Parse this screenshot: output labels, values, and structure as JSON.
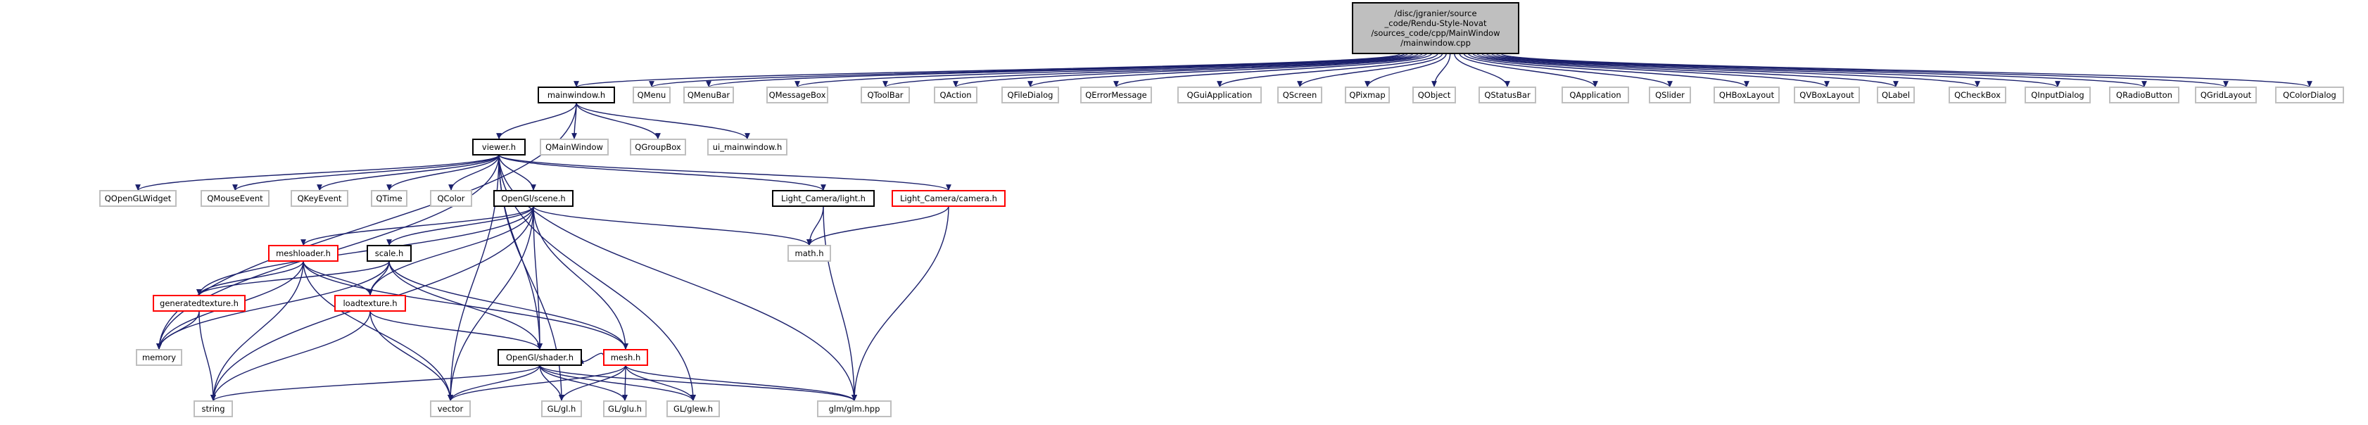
{
  "nodes": [
    {
      "id": "root",
      "lines": [
        "/disc/jgranier/source",
        "_code/Rendu-Style-Novat",
        "/sources_code/cpp/MainWindow",
        "/mainwindow.cpp"
      ],
      "style": "root"
    },
    {
      "id": "mainwindow_h",
      "lines": [
        "mainwindow.h"
      ],
      "style": "dark"
    },
    {
      "id": "QMenu",
      "lines": [
        "QMenu"
      ],
      "style": "grey"
    },
    {
      "id": "QMenuBar",
      "lines": [
        "QMenuBar"
      ],
      "style": "grey"
    },
    {
      "id": "QMessageBox",
      "lines": [
        "QMessageBox"
      ],
      "style": "grey"
    },
    {
      "id": "QToolBar",
      "lines": [
        "QToolBar"
      ],
      "style": "grey"
    },
    {
      "id": "QAction",
      "lines": [
        "QAction"
      ],
      "style": "grey"
    },
    {
      "id": "QFileDialog",
      "lines": [
        "QFileDialog"
      ],
      "style": "grey"
    },
    {
      "id": "QErrorMessage",
      "lines": [
        "QErrorMessage"
      ],
      "style": "grey"
    },
    {
      "id": "QGuiApplication",
      "lines": [
        "QGuiApplication"
      ],
      "style": "grey"
    },
    {
      "id": "QScreen",
      "lines": [
        "QScreen"
      ],
      "style": "grey"
    },
    {
      "id": "QPixmap",
      "lines": [
        "QPixmap"
      ],
      "style": "grey"
    },
    {
      "id": "QObject",
      "lines": [
        "QObject"
      ],
      "style": "grey"
    },
    {
      "id": "QStatusBar",
      "lines": [
        "QStatusBar"
      ],
      "style": "grey"
    },
    {
      "id": "QApplication",
      "lines": [
        "QApplication"
      ],
      "style": "grey"
    },
    {
      "id": "QSlider",
      "lines": [
        "QSlider"
      ],
      "style": "grey"
    },
    {
      "id": "QHBoxLayout",
      "lines": [
        "QHBoxLayout"
      ],
      "style": "grey"
    },
    {
      "id": "QVBoxLayout",
      "lines": [
        "QVBoxLayout"
      ],
      "style": "grey"
    },
    {
      "id": "QLabel",
      "lines": [
        "QLabel"
      ],
      "style": "grey"
    },
    {
      "id": "QCheckBox",
      "lines": [
        "QCheckBox"
      ],
      "style": "grey"
    },
    {
      "id": "QInputDialog",
      "lines": [
        "QInputDialog"
      ],
      "style": "grey"
    },
    {
      "id": "QRadioButton",
      "lines": [
        "QRadioButton"
      ],
      "style": "grey"
    },
    {
      "id": "QGridLayout",
      "lines": [
        "QGridLayout"
      ],
      "style": "grey"
    },
    {
      "id": "QColorDialog",
      "lines": [
        "QColorDialog"
      ],
      "style": "grey"
    },
    {
      "id": "viewer_h",
      "lines": [
        "viewer.h"
      ],
      "style": "dark"
    },
    {
      "id": "QMainWindow",
      "lines": [
        "QMainWindow"
      ],
      "style": "grey"
    },
    {
      "id": "QGroupBox",
      "lines": [
        "QGroupBox"
      ],
      "style": "grey"
    },
    {
      "id": "ui_mainwindow_h",
      "lines": [
        "ui_mainwindow.h"
      ],
      "style": "grey"
    },
    {
      "id": "QOpenGLWidget",
      "lines": [
        "QOpenGLWidget"
      ],
      "style": "grey"
    },
    {
      "id": "QMouseEvent",
      "lines": [
        "QMouseEvent"
      ],
      "style": "grey"
    },
    {
      "id": "QKeyEvent",
      "lines": [
        "QKeyEvent"
      ],
      "style": "grey"
    },
    {
      "id": "QTime",
      "lines": [
        "QTime"
      ],
      "style": "grey"
    },
    {
      "id": "QColor",
      "lines": [
        "QColor"
      ],
      "style": "grey"
    },
    {
      "id": "scene_h",
      "lines": [
        "OpenGl/scene.h"
      ],
      "style": "dark"
    },
    {
      "id": "light_h",
      "lines": [
        "Light_Camera/light.h"
      ],
      "style": "dark"
    },
    {
      "id": "camera_h",
      "lines": [
        "Light_Camera/camera.h"
      ],
      "style": "red"
    },
    {
      "id": "meshloader_h",
      "lines": [
        "meshloader.h"
      ],
      "style": "red"
    },
    {
      "id": "scale_h",
      "lines": [
        "scale.h"
      ],
      "style": "dark"
    },
    {
      "id": "math_h",
      "lines": [
        "math.h"
      ],
      "style": "grey"
    },
    {
      "id": "generatedtexture_h",
      "lines": [
        "generatedtexture.h"
      ],
      "style": "red"
    },
    {
      "id": "loadtexture_h",
      "lines": [
        "loadtexture.h"
      ],
      "style": "red"
    },
    {
      "id": "memory",
      "lines": [
        "memory"
      ],
      "style": "grey"
    },
    {
      "id": "mesh_h",
      "lines": [
        "mesh.h"
      ],
      "style": "red"
    },
    {
      "id": "shader_h",
      "lines": [
        "OpenGl/shader.h"
      ],
      "style": "dark"
    },
    {
      "id": "string",
      "lines": [
        "string"
      ],
      "style": "grey"
    },
    {
      "id": "vector",
      "lines": [
        "vector"
      ],
      "style": "grey"
    },
    {
      "id": "GL_gl_h",
      "lines": [
        "GL/gl.h"
      ],
      "style": "grey"
    },
    {
      "id": "GL_glu_h",
      "lines": [
        "GL/glu.h"
      ],
      "style": "grey"
    },
    {
      "id": "GL_glew_h",
      "lines": [
        "GL/glew.h"
      ],
      "style": "grey"
    },
    {
      "id": "glm_hpp",
      "lines": [
        "glm/glm.hpp"
      ],
      "style": "grey"
    }
  ],
  "edges": [
    [
      "root",
      "mainwindow_h"
    ],
    [
      "root",
      "QMenu"
    ],
    [
      "root",
      "QMenuBar"
    ],
    [
      "root",
      "QMessageBox"
    ],
    [
      "root",
      "QToolBar"
    ],
    [
      "root",
      "QAction"
    ],
    [
      "root",
      "QFileDialog"
    ],
    [
      "root",
      "QErrorMessage"
    ],
    [
      "root",
      "QGuiApplication"
    ],
    [
      "root",
      "QScreen"
    ],
    [
      "root",
      "QPixmap"
    ],
    [
      "root",
      "QObject"
    ],
    [
      "root",
      "QStatusBar"
    ],
    [
      "root",
      "QApplication"
    ],
    [
      "root",
      "QSlider"
    ],
    [
      "root",
      "QHBoxLayout"
    ],
    [
      "root",
      "QVBoxLayout"
    ],
    [
      "root",
      "QLabel"
    ],
    [
      "root",
      "QCheckBox"
    ],
    [
      "root",
      "QInputDialog"
    ],
    [
      "root",
      "QRadioButton"
    ],
    [
      "root",
      "QGridLayout"
    ],
    [
      "root",
      "QColorDialog"
    ],
    [
      "mainwindow_h",
      "viewer_h"
    ],
    [
      "mainwindow_h",
      "QMainWindow"
    ],
    [
      "mainwindow_h",
      "QGroupBox"
    ],
    [
      "mainwindow_h",
      "ui_mainwindow_h"
    ],
    [
      "mainwindow_h",
      "memory"
    ],
    [
      "viewer_h",
      "QOpenGLWidget"
    ],
    [
      "viewer_h",
      "QMouseEvent"
    ],
    [
      "viewer_h",
      "QKeyEvent"
    ],
    [
      "viewer_h",
      "QTime"
    ],
    [
      "viewer_h",
      "QColor"
    ],
    [
      "viewer_h",
      "scene_h"
    ],
    [
      "viewer_h",
      "light_h"
    ],
    [
      "viewer_h",
      "camera_h"
    ],
    [
      "viewer_h",
      "glm_hpp"
    ],
    [
      "viewer_h",
      "memory"
    ],
    [
      "viewer_h",
      "vector"
    ],
    [
      "viewer_h",
      "shader_h"
    ],
    [
      "viewer_h",
      "GL_gl_h"
    ],
    [
      "viewer_h",
      "GL_glew_h"
    ],
    [
      "scene_h",
      "meshloader_h"
    ],
    [
      "scene_h",
      "scale_h"
    ],
    [
      "scene_h",
      "generatedtexture_h"
    ],
    [
      "scene_h",
      "loadtexture_h"
    ],
    [
      "scene_h",
      "mesh_h"
    ],
    [
      "scene_h",
      "shader_h"
    ],
    [
      "scene_h",
      "math_h"
    ],
    [
      "scene_h",
      "vector"
    ],
    [
      "scene_h",
      "string"
    ],
    [
      "light_h",
      "math_h"
    ],
    [
      "light_h",
      "glm_hpp"
    ],
    [
      "camera_h",
      "math_h"
    ],
    [
      "camera_h",
      "glm_hpp"
    ],
    [
      "meshloader_h",
      "generatedtexture_h"
    ],
    [
      "meshloader_h",
      "loadtexture_h"
    ],
    [
      "meshloader_h",
      "mesh_h"
    ],
    [
      "meshloader_h",
      "memory"
    ],
    [
      "meshloader_h",
      "string"
    ],
    [
      "meshloader_h",
      "vector"
    ],
    [
      "scale_h",
      "generatedtexture_h"
    ],
    [
      "scale_h",
      "loadtexture_h"
    ],
    [
      "scale_h",
      "shader_h"
    ],
    [
      "scale_h",
      "mesh_h"
    ],
    [
      "scale_h",
      "memory"
    ],
    [
      "generatedtexture_h",
      "memory"
    ],
    [
      "generatedtexture_h",
      "string"
    ],
    [
      "loadtexture_h",
      "shader_h"
    ],
    [
      "loadtexture_h",
      "string"
    ],
    [
      "loadtexture_h",
      "vector"
    ],
    [
      "mesh_h",
      "shader_h"
    ],
    [
      "mesh_h",
      "vector"
    ],
    [
      "mesh_h",
      "GL_gl_h"
    ],
    [
      "mesh_h",
      "GL_glu_h"
    ],
    [
      "mesh_h",
      "GL_glew_h"
    ],
    [
      "mesh_h",
      "glm_hpp"
    ],
    [
      "shader_h",
      "GL_gl_h"
    ],
    [
      "shader_h",
      "GL_glu_h"
    ],
    [
      "shader_h",
      "GL_glew_h"
    ],
    [
      "shader_h",
      "glm_hpp"
    ],
    [
      "shader_h",
      "string"
    ],
    [
      "shader_h",
      "vector"
    ]
  ],
  "colors": {
    "root_fill": "#bfbfbf",
    "root_stroke": "#000000",
    "dark_stroke": "#000000",
    "red_stroke": "#ff0000",
    "grey_stroke": "#bfbfbf",
    "edge": "#1a1f6b",
    "node_fill": "#ffffff"
  }
}
